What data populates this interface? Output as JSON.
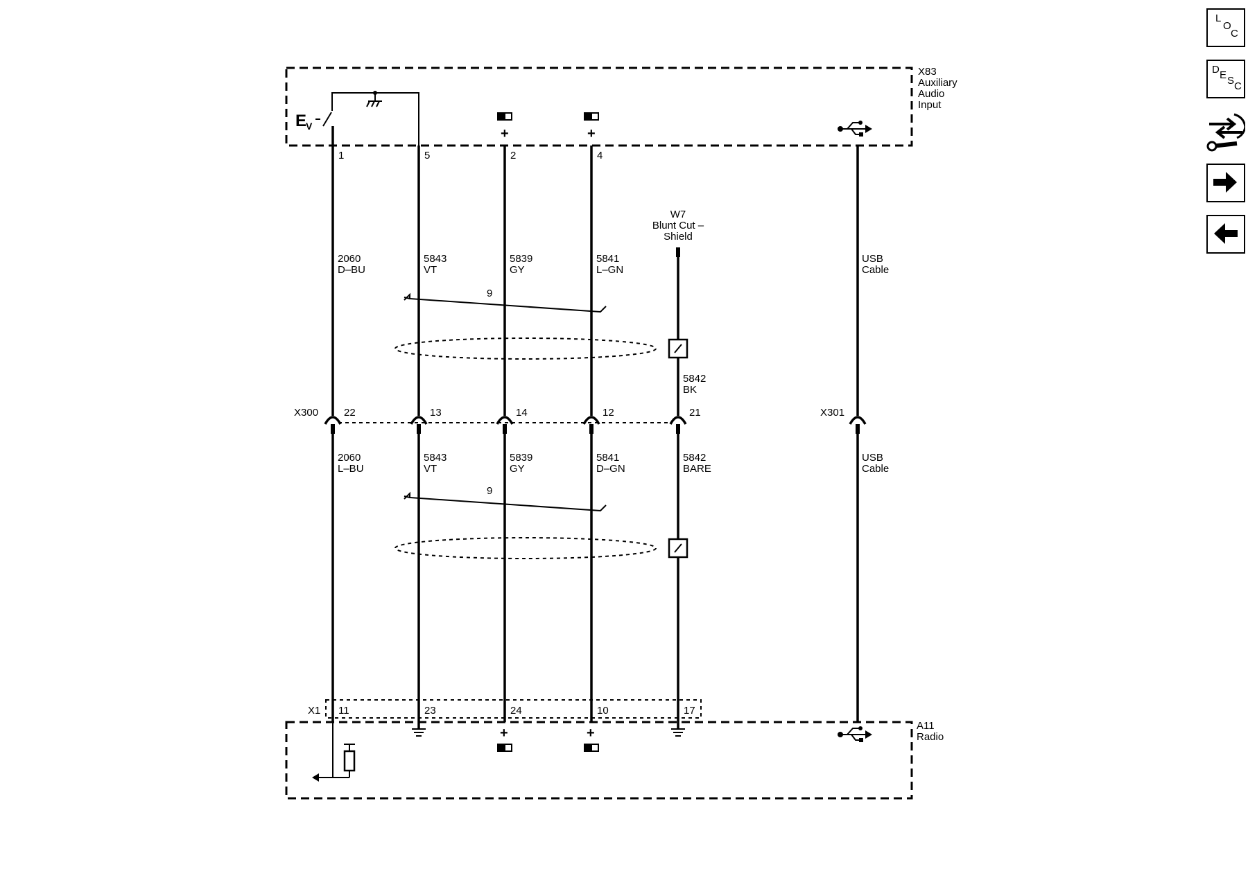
{
  "components": {
    "top": {
      "ref": "X83",
      "line1": "Auxiliary",
      "line2": "Audio",
      "line3": "Input"
    },
    "bottom": {
      "ref": "A11",
      "name": "Radio"
    },
    "shield_source": {
      "ref": "W7",
      "line1": "Blunt Cut –",
      "line2": "Shield"
    }
  },
  "symbols": {
    "ev": "E",
    "ev_sub": "V",
    "plus": "+"
  },
  "top_pins": [
    "1",
    "5",
    "2",
    "4"
  ],
  "upper_wires": [
    {
      "circuit": "2060",
      "color": "D–BU"
    },
    {
      "circuit": "5843",
      "color": "VT"
    },
    {
      "circuit": "5839",
      "color": "GY"
    },
    {
      "circuit": "5841",
      "color": "L–GN"
    }
  ],
  "usb_upper": {
    "line1": "USB",
    "line2": "Cable"
  },
  "usb_lower": {
    "line1": "USB",
    "line2": "Cable"
  },
  "twist_upper": "9",
  "twist_lower": "9",
  "drain_upper": {
    "circuit": "5842",
    "color": "BK"
  },
  "inline": {
    "x300": "X300",
    "x301": "X301",
    "pins": [
      "22",
      "13",
      "14",
      "12",
      "21"
    ]
  },
  "lower_wires": [
    {
      "circuit": "2060",
      "color": "L–BU"
    },
    {
      "circuit": "5843",
      "color": "VT"
    },
    {
      "circuit": "5839",
      "color": "GY"
    },
    {
      "circuit": "5841",
      "color": "D–GN"
    },
    {
      "circuit": "5842",
      "color": "BARE"
    }
  ],
  "connector_x1": {
    "ref": "X1",
    "pins": [
      "11",
      "23",
      "24",
      "10",
      "17"
    ]
  },
  "nav": {
    "loc": {
      "l1": "L",
      "l2": "O",
      "l3": "C"
    },
    "desc": {
      "l1": "D",
      "l2": "E",
      "l3": "S",
      "l4": "C"
    },
    "next_icon": "arrow-right-icon",
    "prev_icon": "arrow-left-icon",
    "proc_icon": "wrench-arrows-icon"
  }
}
